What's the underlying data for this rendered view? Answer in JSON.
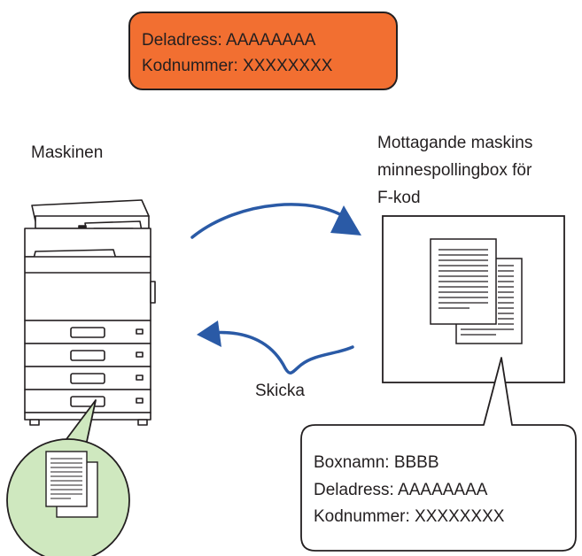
{
  "header_box": {
    "line1": "Deladress: AAAAAAAA",
    "line2": "Kodnummer: XXXXXXXX",
    "fill": "#f26f31"
  },
  "machine_label": "Maskinen",
  "receiver_label": {
    "line1": "Mottagande maskins",
    "line2": "minnespollingbox för",
    "line3": "F-kod"
  },
  "send_label": "Skicka",
  "info_bubble": {
    "line1": "Boxnamn: BBBB",
    "line2": "Deladress: AAAAAAAA",
    "line3": "Kodnummer: XXXXXXXX"
  },
  "colors": {
    "arrow": "#2a5aa6",
    "document_circle": "#cfe8bf",
    "outline": "#231f20"
  },
  "icons": [
    "printer-icon",
    "document-icon",
    "arrow-icon"
  ]
}
